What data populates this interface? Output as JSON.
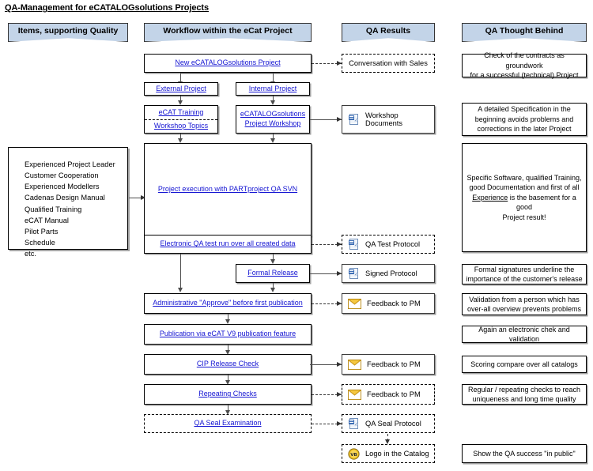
{
  "page": {
    "title": "QA-Management for eCATALOGsolutions Projects"
  },
  "columns": [
    {
      "id": "items",
      "label": "Items, supporting Quality"
    },
    {
      "id": "workflow",
      "label": "Workflow within the eCat Project"
    },
    {
      "id": "results",
      "label": "QA Results"
    },
    {
      "id": "thought",
      "label": "QA Thought Behind"
    }
  ],
  "items_panel": {
    "lines": [
      "Experienced Project Leader",
      "Customer Cooperation",
      "Experienced Modellers",
      "Cadenas Design Manual",
      "Qualified Training",
      "eCAT Manual",
      "Pilot Parts",
      "Schedule",
      "etc."
    ]
  },
  "workflow": {
    "new_project": "New eCATALOGsolutions Project",
    "external_project": "External Project",
    "internal_project": "Internal Project",
    "ecat_training": "eCAT Training",
    "workshop_topics": "Workshop Topics",
    "project_workshop_l1": "eCATALOGsolutions",
    "project_workshop_l2": "Project Workshop",
    "project_execution": "Project execution with PARTproject QA SVN",
    "electronic_qa_test": "Electronic QA test run over all created data",
    "formal_release": "Formal Release",
    "administrative_approve": "Administrative \"Approve\" before first publication",
    "publication": "Publication via eCAT V9 publication feature",
    "cip_release_check": "CIP Release Check",
    "repeating_checks": "Repeating Checks",
    "qa_seal_examination": "QA Seal Examination"
  },
  "results": [
    {
      "label": "Conversation with Sales",
      "icon": "none",
      "style": "dashed"
    },
    {
      "label": "Workshop Documents",
      "icon": "document",
      "style": "solid"
    },
    {
      "label": "QA Test Protocol",
      "icon": "document",
      "style": "dashed"
    },
    {
      "label": "Signed Protocol",
      "icon": "document",
      "style": "solid"
    },
    {
      "label": "Feedback to PM",
      "icon": "envelope",
      "style": "solid"
    },
    {
      "label": "Feedback to PM",
      "icon": "envelope",
      "style": "solid"
    },
    {
      "label": "Feedback to PM",
      "icon": "envelope",
      "style": "dashed"
    },
    {
      "label": "QA Seal Protocol",
      "icon": "document",
      "style": "dashed"
    },
    {
      "label": "Logo in the Catalog",
      "icon": "seal",
      "style": "dashed"
    }
  ],
  "thoughts": [
    {
      "lines": [
        "Check of the contracts as groundwork",
        "for a successful (technical) Project"
      ]
    },
    {
      "lines": [
        "A detailed Specification in the",
        "beginning avoids problems and",
        "corrections in the later Project"
      ]
    },
    {
      "lines": [
        "Specific Software, qualified Training,",
        "good Documentation and first of all",
        "Experience is the basement for a good",
        "Project result!"
      ],
      "underline_word": "Experience"
    },
    {
      "lines": [
        "Formal signatures underline the",
        "importance of the customer's release"
      ]
    },
    {
      "lines": [
        "Validation from a person which has",
        "over-all overview prevents problems"
      ]
    },
    {
      "lines": [
        "Again an electronic chek and validation"
      ]
    },
    {
      "lines": [
        "Scoring compare over all catalogs"
      ]
    },
    {
      "lines": [
        "Regular / repeating checks to reach",
        "uniqueness and long time quality"
      ]
    },
    {
      "lines": [
        "Show the QA success \"in public\""
      ]
    }
  ],
  "colors": {
    "banner_fill": "#c3d4e8",
    "link_text": "#1414d2",
    "border": "#000000",
    "connector": "#4d4d4d"
  }
}
